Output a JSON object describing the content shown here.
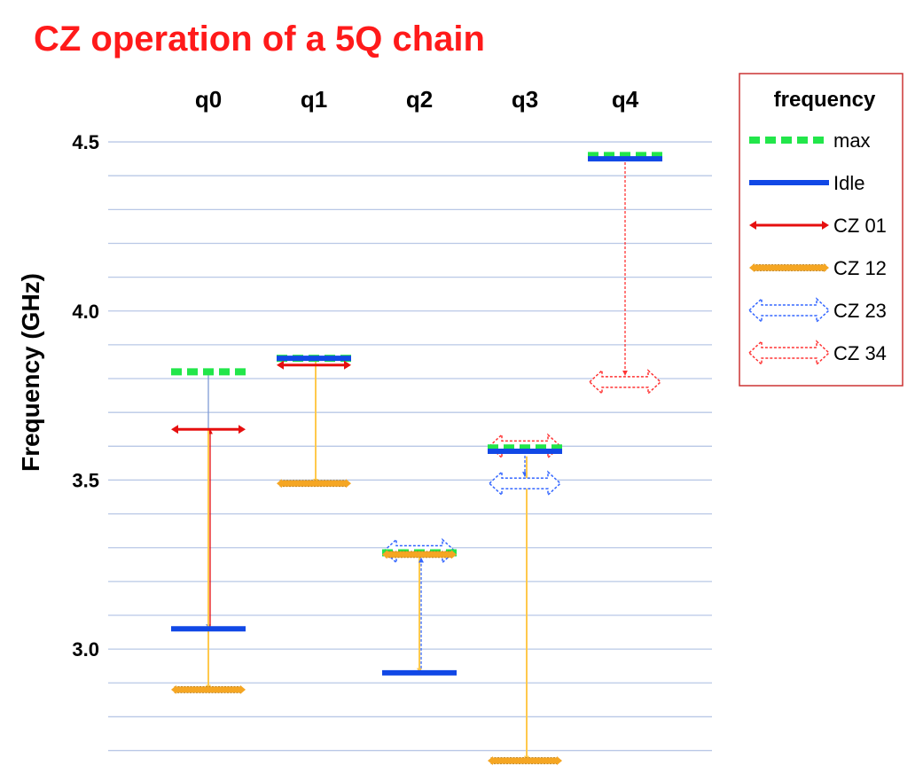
{
  "chart_data": {
    "type": "frequency-level-diagram",
    "title": "CZ operation of a 5Q chain",
    "ylabel": "Frequency (GHz)",
    "ylim": [
      2.67,
      4.55
    ],
    "yticks": [
      {
        "value": 4.5,
        "label": "4.5"
      },
      {
        "value": 4.0,
        "label": "4.0"
      },
      {
        "value": 3.5,
        "label": "3.5"
      },
      {
        "value": 3.0,
        "label": "3.0"
      }
    ],
    "grid_step": 0.1,
    "grid": true,
    "qubits": [
      "q0",
      "q1",
      "q2",
      "q3",
      "q4"
    ],
    "legend": {
      "title": "frequency",
      "placement": "right",
      "entries": [
        {
          "key": "max",
          "label": "max"
        },
        {
          "key": "idle",
          "label": "Idle"
        },
        {
          "key": "cz01",
          "label": "CZ 01"
        },
        {
          "key": "cz12",
          "label": "CZ 12"
        },
        {
          "key": "cz23",
          "label": "CZ 23"
        },
        {
          "key": "cz34",
          "label": "CZ 34"
        }
      ]
    },
    "levels": [
      {
        "qubit": "q0",
        "key": "max",
        "value": 3.82
      },
      {
        "qubit": "q0",
        "key": "cz01",
        "value": 3.65
      },
      {
        "qubit": "q0",
        "key": "idle",
        "value": 3.06
      },
      {
        "qubit": "q0",
        "key": "cz12",
        "value": 2.88
      },
      {
        "qubit": "q1",
        "key": "max",
        "value": 3.86
      },
      {
        "qubit": "q1",
        "key": "idle",
        "value": 3.86
      },
      {
        "qubit": "q1",
        "key": "cz01",
        "value": 3.84
      },
      {
        "qubit": "q1",
        "key": "cz12",
        "value": 3.49
      },
      {
        "qubit": "q2",
        "key": "cz23",
        "value": 3.29
      },
      {
        "qubit": "q2",
        "key": "max",
        "value": 3.285
      },
      {
        "qubit": "q2",
        "key": "cz12",
        "value": 3.28
      },
      {
        "qubit": "q2",
        "key": "idle",
        "value": 2.93
      },
      {
        "qubit": "q3",
        "key": "cz34",
        "value": 3.6
      },
      {
        "qubit": "q3",
        "key": "max",
        "value": 3.595
      },
      {
        "qubit": "q3",
        "key": "idle",
        "value": 3.585
      },
      {
        "qubit": "q3",
        "key": "cz23",
        "value": 3.49
      },
      {
        "qubit": "q3",
        "key": "cz12",
        "value": 2.67
      },
      {
        "qubit": "q4",
        "key": "max",
        "value": 4.46
      },
      {
        "qubit": "q4",
        "key": "idle",
        "value": 4.45
      },
      {
        "qubit": "q4",
        "key": "cz34",
        "value": 3.79
      }
    ],
    "transitions": [
      {
        "qubit": "q0",
        "from": 3.82,
        "to": 3.06,
        "key": "idle"
      },
      {
        "qubit": "q0",
        "from": 3.06,
        "to": 3.65,
        "key": "cz01"
      },
      {
        "qubit": "q0",
        "from": 3.65,
        "to": 2.88,
        "key": "cz12"
      },
      {
        "qubit": "q1",
        "from": 3.85,
        "to": 3.49,
        "key": "cz12"
      },
      {
        "qubit": "q2",
        "from": 3.28,
        "to": 2.93,
        "key": "cz12"
      },
      {
        "qubit": "q2",
        "from": 2.93,
        "to": 3.27,
        "key": "cz23"
      },
      {
        "qubit": "q3",
        "from": 3.585,
        "to": 3.51,
        "key": "cz23"
      },
      {
        "qubit": "q3",
        "from": 3.57,
        "to": 2.67,
        "key": "cz12"
      },
      {
        "qubit": "q4",
        "from": 4.44,
        "to": 3.81,
        "key": "cz34"
      }
    ],
    "colors": {
      "max": "#22e64a",
      "idle": "#1148e6",
      "cz01": "#e60f0f",
      "cz12": "#f5a623",
      "cz23": "#3366ff",
      "cz34": "#ff3333",
      "grid": "#b9c8e6",
      "title": "#ff1a1a",
      "legend_border": "#cc3333"
    }
  }
}
